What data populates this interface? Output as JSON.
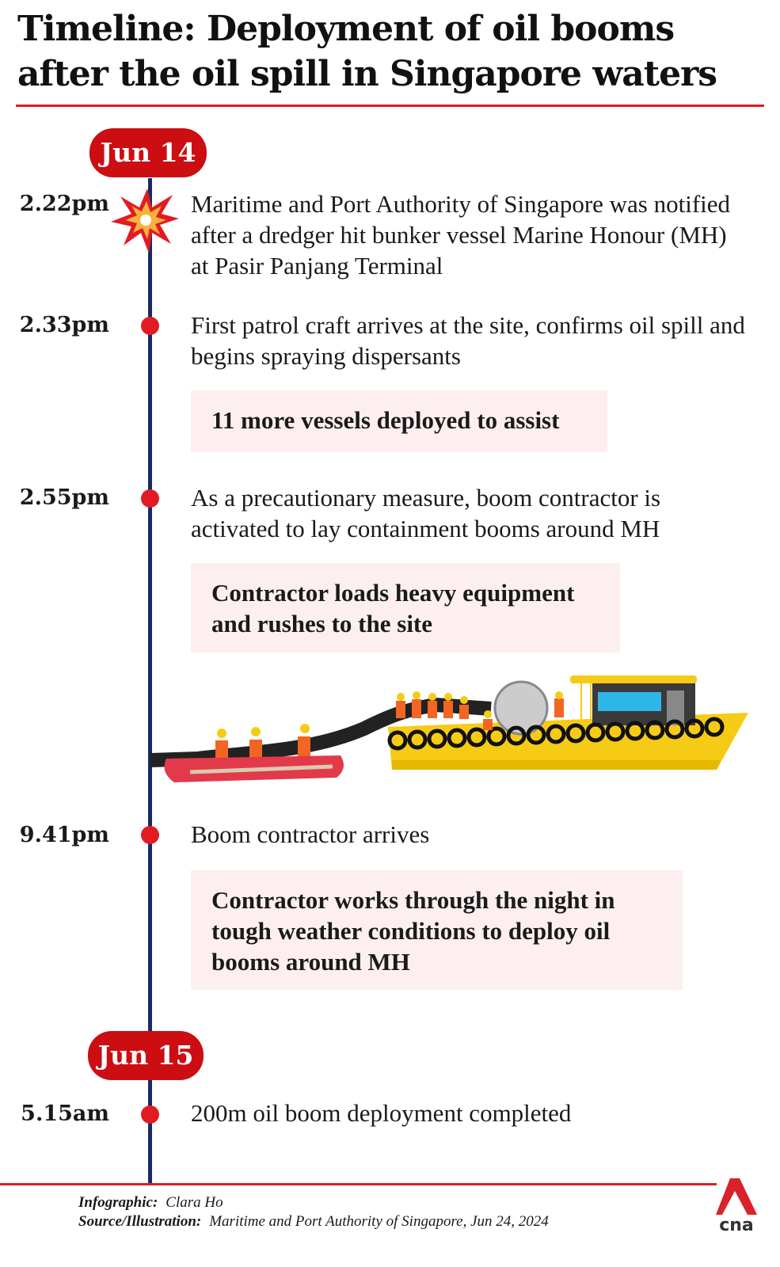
{
  "title": "Timeline: Deployment of oil booms after the oil spill in Singapore waters",
  "dates": [
    "Jun 14",
    "Jun 15"
  ],
  "events": [
    {
      "time": "2.22pm",
      "text": "Maritime and Port Authority of Singapore was notified after a dredger hit bunker vessel Marine Honour (MH) at Pasir Panjang Terminal",
      "marker": "explosion-icon"
    },
    {
      "time": "2.33pm",
      "text": "First patrol craft arrives at the site, confirms oil spill and begins spraying dispersants",
      "note": "11 more vessels deployed to assist"
    },
    {
      "time": "2.55pm",
      "text": "As a precautionary measure, boom contractor is activated to lay containment booms around MH",
      "note": "Contractor loads heavy equipment and rushes to the site"
    },
    {
      "time": "9.41pm",
      "text": "Boom contractor arrives",
      "note": "Contractor works through the night in tough weather conditions to deploy oil booms around MH"
    },
    {
      "time": "5.15am",
      "text": "200m oil boom deployment completed"
    }
  ],
  "credits": {
    "infographic_label": "Infographic:",
    "infographic_value": "Clara Ho",
    "source_label": "Source/Illustration:",
    "source_value": "Maritime and Port Authority of Singapore, Jun 24, 2024"
  },
  "logo": "cna",
  "colors": {
    "accent": "#e21b23",
    "timeline": "#172a63",
    "note_bg": "#fdeff0"
  }
}
